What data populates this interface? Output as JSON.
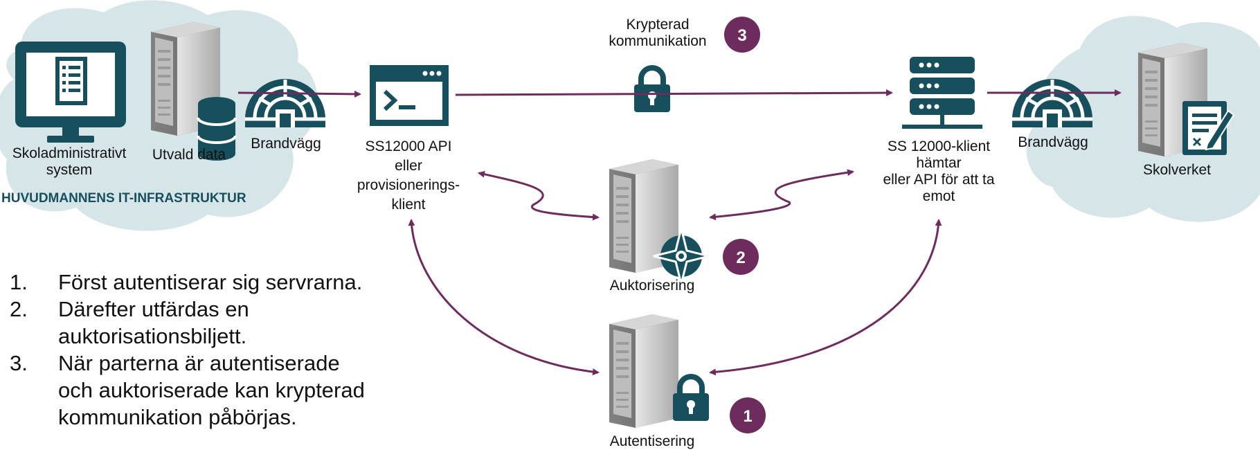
{
  "colors": {
    "cloud": "#d5e5e8",
    "icon_teal": "#17505c",
    "arrow_purple": "#6e2c5e",
    "badge_purple": "#6e2c5e",
    "server_gray": "#c8c8c8"
  },
  "left": {
    "system_label": "Skoladministrativt\nsystem",
    "data_label": "Utvald data",
    "firewall_label": "Brandvägg",
    "infra_label": "HUVUDMANNENS IT-INFRASTRUKTUR"
  },
  "api": {
    "label": "SS12000 API\neller\nprovisionerings-\nklient"
  },
  "encryption": {
    "label": "Krypterad\nkommunikation",
    "badge": "3"
  },
  "authorization": {
    "label": "Auktorisering",
    "badge": "2"
  },
  "authentication": {
    "label": "Autentisering",
    "badge": "1"
  },
  "client": {
    "label": "SS 12000-klient\nhämtar\neller API för att ta\nemot"
  },
  "right": {
    "firewall_label": "Brandvägg",
    "agency_label": "Skolverket"
  },
  "steps": [
    {
      "num": "1.",
      "text": "Först autentiserar sig servrarna."
    },
    {
      "num": "2.",
      "text": "Därefter utfärdas en\nauktorisationsbiljett."
    },
    {
      "num": "3.",
      "text": "När parterna är autentiserade\noch auktoriserade kan krypterad\nkommunikation påbörjas."
    }
  ]
}
